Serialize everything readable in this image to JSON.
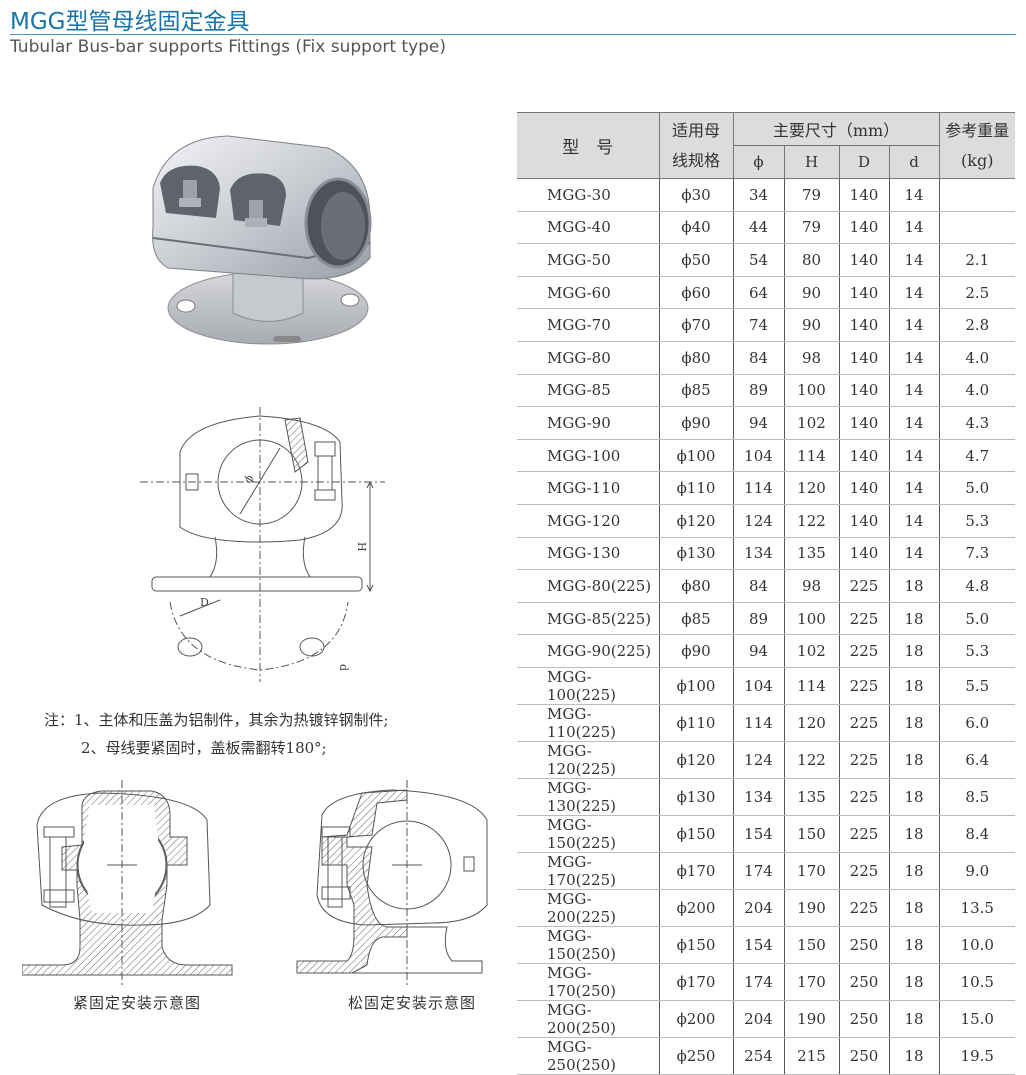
{
  "header": {
    "title_cn": "MGG型管母线固定金具",
    "title_en": "Tubular Bus-bar supports Fittings (Fix support type)",
    "accent_color": "#1b74a8"
  },
  "figures": {
    "photo": "product-photo",
    "main_drawing_labels": [
      "ϕ",
      "H",
      "D",
      "d"
    ],
    "caption_tight": "紧固定安装示意图",
    "caption_loose": "松固定安装示意图"
  },
  "notes": {
    "line1": "注：1、主体和压盖为铝制件，其余为热镀锌钢制件;",
    "line2": "2、母线要紧固时，盖板需翻转180°;"
  },
  "table": {
    "header": {
      "model": "型　号",
      "busbar_spec_line1": "适用母",
      "busbar_spec_line2": "线规格",
      "dims_group": "主要尺寸（mm）",
      "phi": "ϕ",
      "H": "H",
      "D": "D",
      "d": "d",
      "weight_line1": "参考重量",
      "weight_line2": "(kg)"
    },
    "rows": [
      {
        "model": "MGG-30",
        "spec": "ϕ30",
        "phi": "34",
        "H": "79",
        "D": "140",
        "d": "14",
        "weight": ""
      },
      {
        "model": "MGG-40",
        "spec": "ϕ40",
        "phi": "44",
        "H": "79",
        "D": "140",
        "d": "14",
        "weight": ""
      },
      {
        "model": "MGG-50",
        "spec": "ϕ50",
        "phi": "54",
        "H": "80",
        "D": "140",
        "d": "14",
        "weight": "2.1"
      },
      {
        "model": "MGG-60",
        "spec": "ϕ60",
        "phi": "64",
        "H": "90",
        "D": "140",
        "d": "14",
        "weight": "2.5"
      },
      {
        "model": "MGG-70",
        "spec": "ϕ70",
        "phi": "74",
        "H": "90",
        "D": "140",
        "d": "14",
        "weight": "2.8"
      },
      {
        "model": "MGG-80",
        "spec": "ϕ80",
        "phi": "84",
        "H": "98",
        "D": "140",
        "d": "14",
        "weight": "4.0"
      },
      {
        "model": "MGG-85",
        "spec": "ϕ85",
        "phi": "89",
        "H": "100",
        "D": "140",
        "d": "14",
        "weight": "4.0"
      },
      {
        "model": "MGG-90",
        "spec": "ϕ90",
        "phi": "94",
        "H": "102",
        "D": "140",
        "d": "14",
        "weight": "4.3"
      },
      {
        "model": "MGG-100",
        "spec": "ϕ100",
        "phi": "104",
        "H": "114",
        "D": "140",
        "d": "14",
        "weight": "4.7"
      },
      {
        "model": "MGG-110",
        "spec": "ϕ110",
        "phi": "114",
        "H": "120",
        "D": "140",
        "d": "14",
        "weight": "5.0"
      },
      {
        "model": "MGG-120",
        "spec": "ϕ120",
        "phi": "124",
        "H": "122",
        "D": "140",
        "d": "14",
        "weight": "5.3"
      },
      {
        "model": "MGG-130",
        "spec": "ϕ130",
        "phi": "134",
        "H": "135",
        "D": "140",
        "d": "14",
        "weight": "7.3"
      },
      {
        "model": "MGG-80(225)",
        "spec": "ϕ80",
        "phi": "84",
        "H": "98",
        "D": "225",
        "d": "18",
        "weight": "4.8"
      },
      {
        "model": "MGG-85(225)",
        "spec": "ϕ85",
        "phi": "89",
        "H": "100",
        "D": "225",
        "d": "18",
        "weight": "5.0"
      },
      {
        "model": "MGG-90(225)",
        "spec": "ϕ90",
        "phi": "94",
        "H": "102",
        "D": "225",
        "d": "18",
        "weight": "5.3"
      },
      {
        "model": "MGG-100(225)",
        "spec": "ϕ100",
        "phi": "104",
        "H": "114",
        "D": "225",
        "d": "18",
        "weight": "5.5"
      },
      {
        "model": "MGG-110(225)",
        "spec": "ϕ110",
        "phi": "114",
        "H": "120",
        "D": "225",
        "d": "18",
        "weight": "6.0"
      },
      {
        "model": "MGG-120(225)",
        "spec": "ϕ120",
        "phi": "124",
        "H": "122",
        "D": "225",
        "d": "18",
        "weight": "6.4"
      },
      {
        "model": "MGG-130(225)",
        "spec": "ϕ130",
        "phi": "134",
        "H": "135",
        "D": "225",
        "d": "18",
        "weight": "8.5"
      },
      {
        "model": "MGG-150(225)",
        "spec": "ϕ150",
        "phi": "154",
        "H": "150",
        "D": "225",
        "d": "18",
        "weight": "8.4"
      },
      {
        "model": "MGG-170(225)",
        "spec": "ϕ170",
        "phi": "174",
        "H": "170",
        "D": "225",
        "d": "18",
        "weight": "9.0"
      },
      {
        "model": "MGG-200(225)",
        "spec": "ϕ200",
        "phi": "204",
        "H": "190",
        "D": "225",
        "d": "18",
        "weight": "13.5"
      },
      {
        "model": "MGG-150(250)",
        "spec": "ϕ150",
        "phi": "154",
        "H": "150",
        "D": "250",
        "d": "18",
        "weight": "10.0"
      },
      {
        "model": "MGG-170(250)",
        "spec": "ϕ170",
        "phi": "174",
        "H": "170",
        "D": "250",
        "d": "18",
        "weight": "10.5"
      },
      {
        "model": "MGG-200(250)",
        "spec": "ϕ200",
        "phi": "204",
        "H": "190",
        "D": "250",
        "d": "18",
        "weight": "15.0"
      },
      {
        "model": "MGG-250(250)",
        "spec": "ϕ250",
        "phi": "254",
        "H": "215",
        "D": "250",
        "d": "18",
        "weight": "19.5"
      }
    ]
  }
}
